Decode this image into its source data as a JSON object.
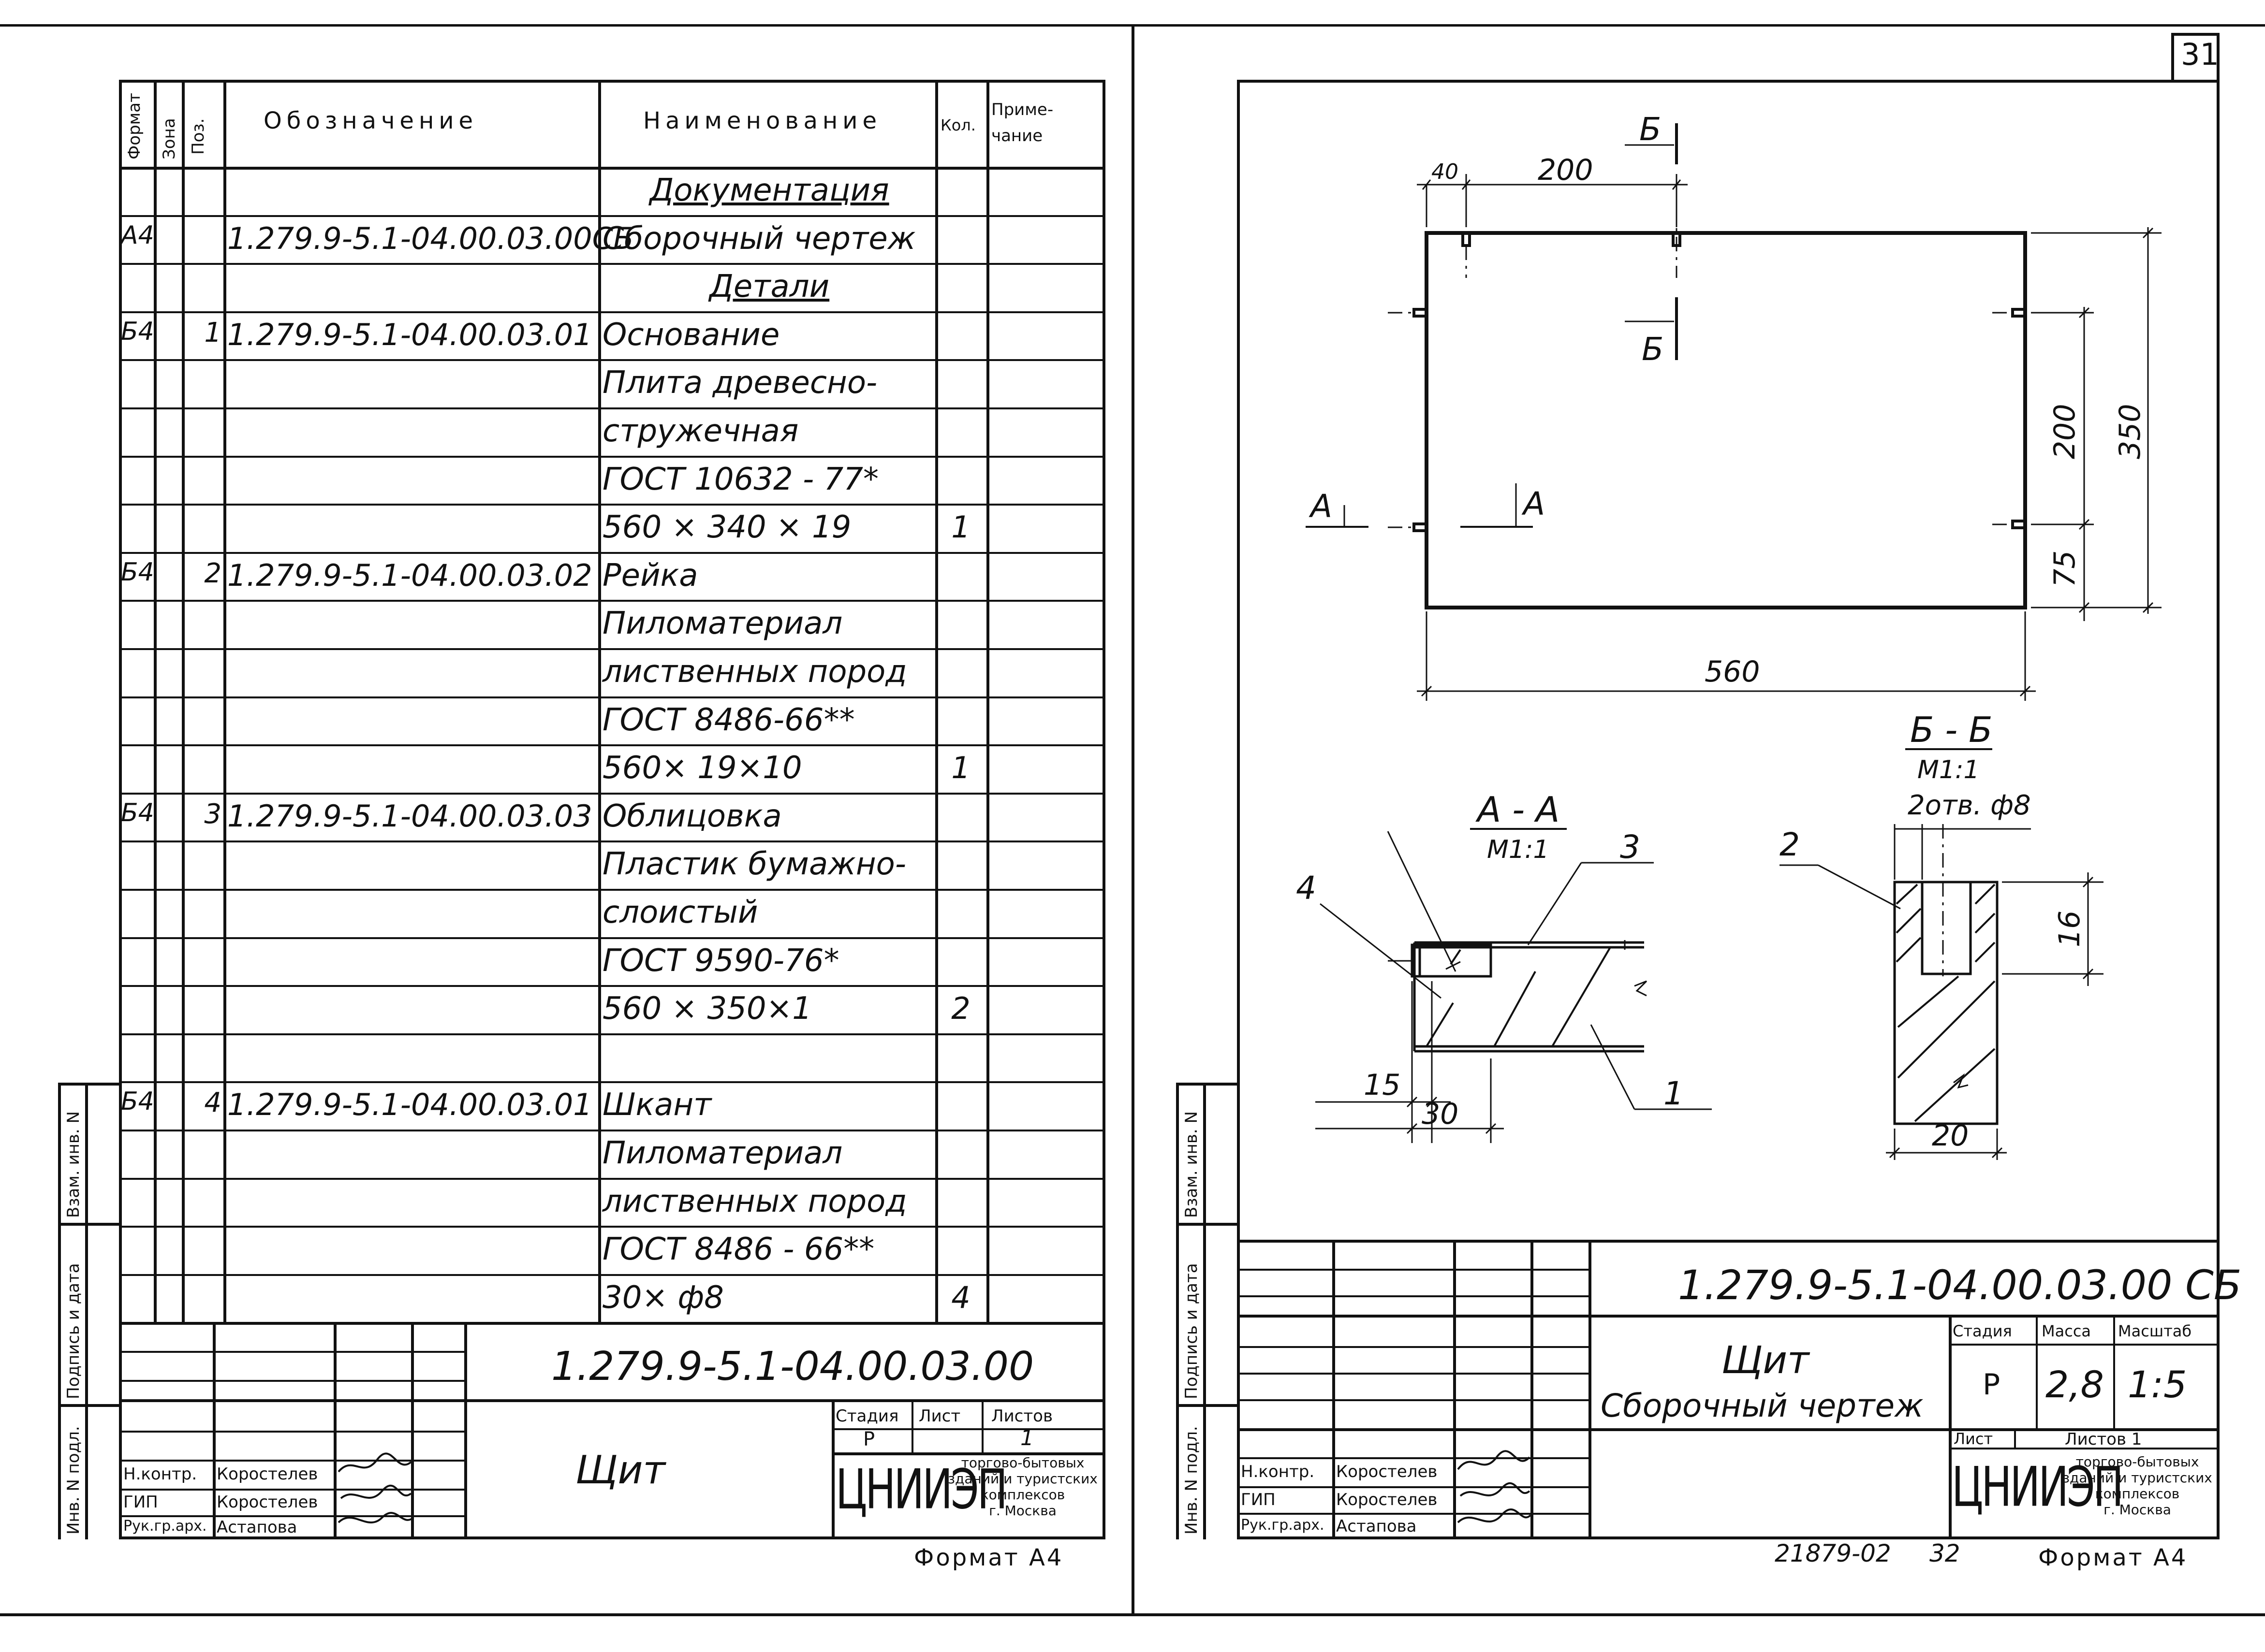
{
  "page_number": "31",
  "spec_sheet": {
    "headers": {
      "format": "Формат",
      "zone": "Зона",
      "pos": "Поз.",
      "designation": "Обозначение",
      "name": "Наименование",
      "qty": "Кол.",
      "note": "Приме-\nчание"
    },
    "rows": [
      {
        "format": "",
        "pos": "",
        "designation": "",
        "name": "Документация",
        "qty": "",
        "underline": true
      },
      {
        "format": "А4",
        "pos": "",
        "designation": "1.279.9-5.1-04.00.03.00СБ",
        "name": "Сборочный чертеж",
        "qty": ""
      },
      {
        "format": "",
        "pos": "",
        "designation": "",
        "name": "Детали",
        "qty": "",
        "underline": true
      },
      {
        "format": "Б4",
        "pos": "1",
        "designation": "1.279.9-5.1-04.00.03.01",
        "name": "Основание",
        "qty": ""
      },
      {
        "format": "",
        "pos": "",
        "designation": "",
        "name": "Плита древесно-",
        "qty": ""
      },
      {
        "format": "",
        "pos": "",
        "designation": "",
        "name": "стружечная",
        "qty": ""
      },
      {
        "format": "",
        "pos": "",
        "designation": "",
        "name": "ГОСТ 10632 - 77*",
        "qty": ""
      },
      {
        "format": "",
        "pos": "",
        "designation": "",
        "name": "560 × 340 × 19",
        "qty": "1"
      },
      {
        "format": "Б4",
        "pos": "2",
        "designation": "1.279.9-5.1-04.00.03.02",
        "name": "Рейка",
        "qty": ""
      },
      {
        "format": "",
        "pos": "",
        "designation": "",
        "name": "Пиломатериал",
        "qty": ""
      },
      {
        "format": "",
        "pos": "",
        "designation": "",
        "name": "лиственных пород",
        "qty": ""
      },
      {
        "format": "",
        "pos": "",
        "designation": "",
        "name": "ГОСТ 8486-66**",
        "qty": ""
      },
      {
        "format": "",
        "pos": "",
        "designation": "",
        "name": "560× 19×10",
        "qty": "1"
      },
      {
        "format": "Б4",
        "pos": "3",
        "designation": "1.279.9-5.1-04.00.03.03",
        "name": "Облицовка",
        "qty": ""
      },
      {
        "format": "",
        "pos": "",
        "designation": "",
        "name": "Пластик бумажно-",
        "qty": ""
      },
      {
        "format": "",
        "pos": "",
        "designation": "",
        "name": "слоистый",
        "qty": ""
      },
      {
        "format": "",
        "pos": "",
        "designation": "",
        "name": "ГОСТ 9590-76*",
        "qty": ""
      },
      {
        "format": "",
        "pos": "",
        "designation": "",
        "name": "560 × 350×1",
        "qty": "2"
      },
      {
        "format": "",
        "pos": "",
        "designation": "",
        "name": "",
        "qty": ""
      },
      {
        "format": "Б4",
        "pos": "4",
        "designation": "1.279.9-5.1-04.00.03.01",
        "name": "Шкант",
        "qty": ""
      },
      {
        "format": "",
        "pos": "",
        "designation": "",
        "name": "Пиломатериал",
        "qty": ""
      },
      {
        "format": "",
        "pos": "",
        "designation": "",
        "name": "лиственных пород",
        "qty": ""
      },
      {
        "format": "",
        "pos": "",
        "designation": "",
        "name": "ГОСТ 8486 - 66**",
        "qty": ""
      },
      {
        "format": "",
        "pos": "",
        "designation": "",
        "name": "30× ф8",
        "qty": "4"
      }
    ]
  },
  "side_labels": {
    "inv_orig": "Инв. N подл.",
    "sign_date": "Подпись и дата",
    "vzam_inv": "Взам. инв. N"
  },
  "left_stamp": {
    "code": "1.279.9-5.1-04.00.03.00",
    "title": "Щит",
    "stage_label": "Стадия",
    "sheet_label": "Лист",
    "sheets_label": "Листов",
    "stage": "Р",
    "sheets": "1",
    "roles": [
      {
        "role": "Н.контр.",
        "name": "Коростелев"
      },
      {
        "role": "ГИП",
        "name": "Коростелев"
      },
      {
        "role": "Рук.гр.арх.",
        "name": "Астапова"
      }
    ],
    "org_logo": "ЦНИИЭП",
    "org_text": [
      "торгово-бытовых",
      "зданий и туристских",
      "комплексов",
      "г. Москва"
    ],
    "format": "Формат  А4"
  },
  "right_stamp": {
    "code": "1.279.9-5.1-04.00.03.00 СБ",
    "title_line1": "Щит",
    "title_line2": "Сборочный чертеж",
    "stage_label": "Стадия",
    "mass_label": "Масса",
    "scale_label": "Масштаб",
    "stage": "Р",
    "mass": "2,8",
    "scale": "1:5",
    "sheet_label": "Лист",
    "sheets_label": "Листов 1",
    "roles": [
      {
        "role": "Н.контр.",
        "name": "Коростелев"
      },
      {
        "role": "ГИП",
        "name": "Коростелев"
      },
      {
        "role": "Рук.гр.арх.",
        "name": "Астапова"
      }
    ],
    "org_logo": "ЦНИИЭП",
    "org_text": [
      "торгово-бытовых",
      "зданий и туристских",
      "комплексов",
      "г. Москва"
    ],
    "footer_code": "21879-02",
    "footer_num": "32",
    "format": "Формат  А4"
  },
  "drawing": {
    "dims": {
      "d40": "40",
      "d200_top": "200",
      "d200_side": "200",
      "d350": "350",
      "d75": "75",
      "d560": "560",
      "d15": "15",
      "d30": "30",
      "d16": "16",
      "d20": "20"
    },
    "section_marks": {
      "b": "Б",
      "a": "А"
    },
    "section_aa": {
      "title": "А - А",
      "scale": "М1:1"
    },
    "section_bb": {
      "title": "Б - Б",
      "scale": "М1:1",
      "holes": "2отв. ф8"
    },
    "callouts": [
      "1",
      "2",
      "3",
      "4"
    ]
  }
}
